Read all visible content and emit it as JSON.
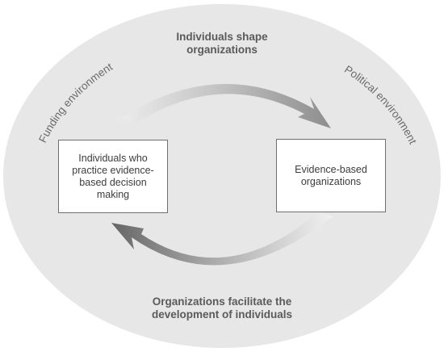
{
  "diagram": {
    "left_box": "Individuals who practice evidence-based decision making",
    "right_box": "Evidence-based organizations",
    "top_arrow_label": "Individuals shape organizations",
    "bottom_arrow_label": "Organizations facilitate the development of individuals",
    "left_context": "Funding environment",
    "right_context": "Political environment"
  }
}
